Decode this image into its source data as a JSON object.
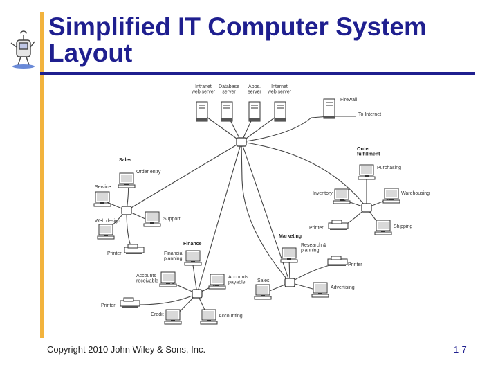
{
  "slide": {
    "title_line1": "Simplified IT Computer System",
    "title_line2": "Layout",
    "copyright": "Copyright 2010 John Wiley & Sons, Inc.",
    "page_number": "1-7"
  },
  "colors": {
    "title": "#1f1f8f",
    "accent_bar": "#f2b33d",
    "rule": "#1f1f8f",
    "line": "#444444"
  },
  "diagram": {
    "servers": {
      "intranet": "Intranet\nweb server",
      "database": "Database\nserver",
      "apps": "Apps.\nserver",
      "internet": "Internet\nweb server",
      "firewall": "Firewall",
      "to_internet": "To Internet"
    },
    "sales": {
      "group": "Sales",
      "order_entry": "Order entry",
      "service": "Service",
      "web_design": "Web design",
      "support": "Support",
      "printer": "Printer"
    },
    "finance": {
      "group": "Finance",
      "financial_planning": "Financial\nplanning",
      "accounts_receivable": "Accounts\nreceivable",
      "accounts_payable": "Accounts\npayable",
      "printer": "Printer",
      "credit": "Credit",
      "accounting": "Accounting"
    },
    "order_fulfillment": {
      "group": "Order\nfulfillment",
      "purchasing": "Purchasing",
      "inventory": "Inventory",
      "warehousing": "Warehousing",
      "printer": "Printer",
      "shipping": "Shipping"
    },
    "marketing": {
      "group": "Marketing",
      "research": "Research &\nplanning",
      "printer": "Printer",
      "sales": "Sales",
      "advertising": "Advertising"
    }
  }
}
